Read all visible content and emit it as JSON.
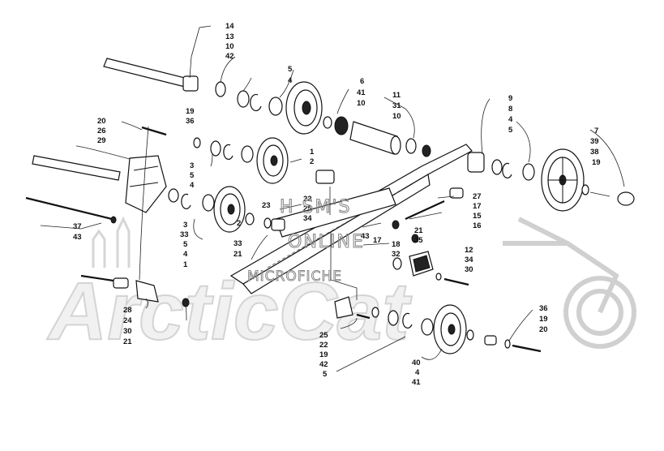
{
  "watermark": {
    "brand": "ArcticCat",
    "line1": "H SM'S",
    "line2": "ONLINE",
    "line3": "MICROFICHE"
  },
  "callouts": {
    "c01": "14",
    "c02": "13",
    "c03": "10",
    "c04": "42",
    "c05": "5",
    "c06": "4",
    "c07": "6",
    "c08": "41",
    "c09": "10",
    "c10": "11",
    "c11": "31",
    "c12": "10",
    "c13": "9",
    "c14": "8",
    "c15": "4",
    "c16": "5",
    "c17": "7",
    "c18": "39",
    "c19": "38",
    "c20": "19",
    "c21": "19",
    "c22": "36",
    "c23": "20",
    "c24": "26",
    "c25": "29",
    "c26": "1",
    "c27": "2",
    "c28": "3",
    "c29": "5",
    "c30": "4",
    "c31": "27",
    "c32": "17",
    "c33": "15",
    "c34": "16",
    "c35": "23",
    "c36": "22",
    "c37": "25",
    "c38": "34",
    "c39": "21",
    "c40": "43",
    "c41": "17",
    "c42": "18",
    "c43": "35",
    "c44": "37",
    "c45": "43",
    "c46": "3",
    "c47": "33",
    "c48": "5",
    "c49": "4",
    "c50": "1",
    "c51": "2",
    "c52": "33",
    "c53": "21",
    "c54": "32",
    "c55": "12",
    "c56": "34",
    "c57": "30",
    "c58": "28",
    "c59": "24",
    "c60": "30",
    "c61": "21",
    "c62": "25",
    "c63": "22",
    "c64": "19",
    "c65": "42",
    "c66": "5",
    "c67": "40",
    "c68": "4",
    "c69": "41",
    "c70": "36",
    "c71": "19",
    "c72": "20"
  }
}
